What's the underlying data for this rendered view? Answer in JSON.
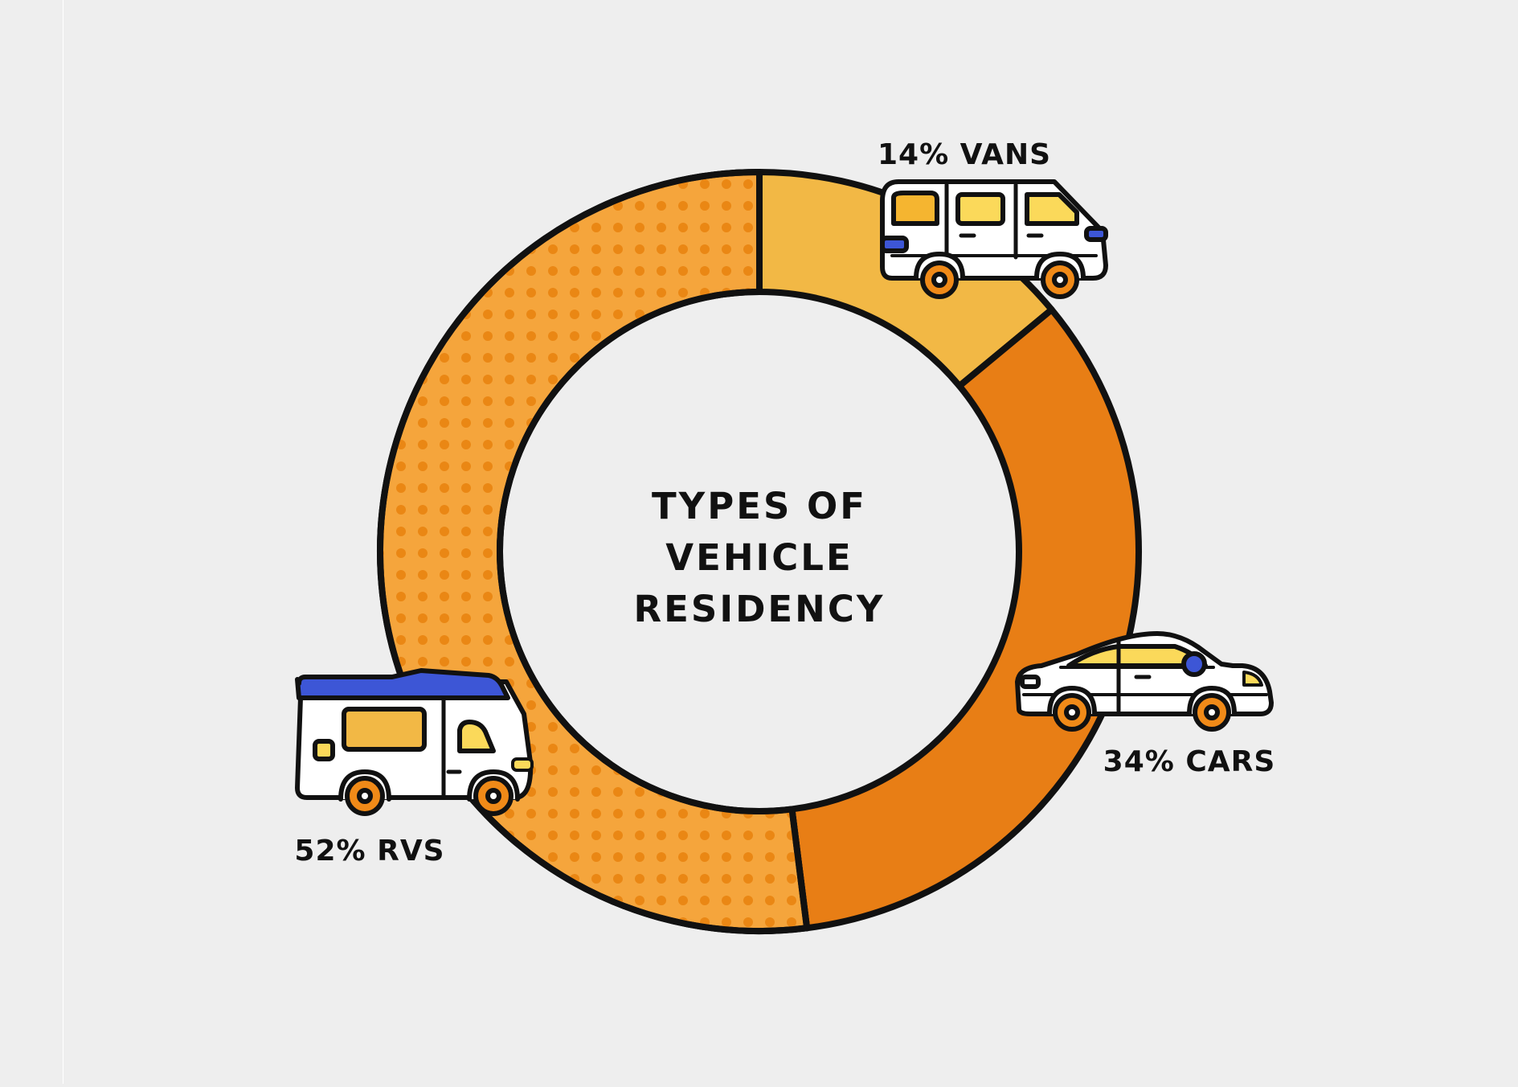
{
  "chart_data": {
    "type": "pie",
    "style": "donut",
    "title_lines": [
      "TYPES OF",
      "VEHICLE",
      "RESIDENCY"
    ],
    "categories": [
      "VANS",
      "CARS",
      "RVS"
    ],
    "values": [
      14,
      34,
      52
    ],
    "labels": [
      "14% VANS",
      "34% CARS",
      "52% RVS"
    ],
    "colors": [
      "#f2b845",
      "#e87e15",
      "#f5a53c"
    ],
    "rv_pattern": "dotted",
    "dot_color": "#ea8714",
    "icons": [
      "van-icon",
      "car-icon",
      "rv-icon"
    ],
    "legend": "none"
  },
  "palette": {
    "background": "#eeeeee",
    "outline": "#111111",
    "accent_blue": "#3d56d6",
    "window_yellow": "#fbd95a",
    "window_amber": "#f5b530",
    "wheel_orange": "#f08a18",
    "body_white": "#ffffff"
  }
}
